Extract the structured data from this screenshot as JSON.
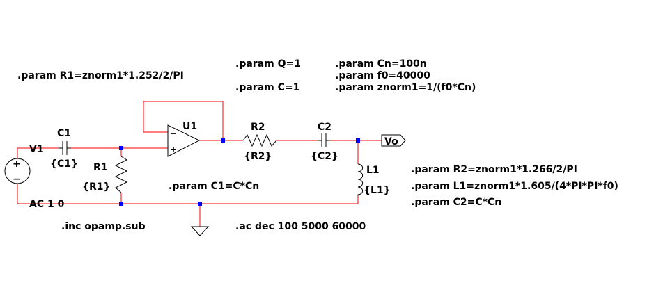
{
  "colors": {
    "wire": "#ff0000",
    "component": "#000000",
    "node": "#0000ff",
    "background": "#ffffff"
  },
  "directives": {
    "r1": ".param R1=znorm1*1.252/2/PI",
    "q": ".param Q=1",
    "c": ".param C=1",
    "cn": ".param Cn=100n",
    "f0": ".param f0=40000",
    "znorm1": ".param znorm1=1/(f0*Cn)",
    "c1": ".param C1=C*Cn",
    "r2": ".param R2=znorm1*1.266/2/PI",
    "l1": ".param L1=znorm1*1.605/(4*PI*PI*f0)",
    "c2": ".param C2=C*Cn",
    "inc": ".inc opamp.sub",
    "ac": ".ac dec 100 5000 60000"
  },
  "components": {
    "v1": {
      "name": "V1",
      "value": "AC 1 0"
    },
    "c1": {
      "name": "C1",
      "value": "{C1}"
    },
    "r1": {
      "name": "R1",
      "value": "{R1}"
    },
    "u1": {
      "name": "U1",
      "minus": "−",
      "plus": "+"
    },
    "r2": {
      "name": "R2",
      "value": "{R2}"
    },
    "c2": {
      "name": "C2",
      "value": "{C2}"
    },
    "l1": {
      "name": "L1",
      "value": "{L1}"
    },
    "v1_symbol": {
      "plus": "+",
      "minus": "−"
    }
  },
  "net_labels": {
    "vo": "Vo"
  }
}
